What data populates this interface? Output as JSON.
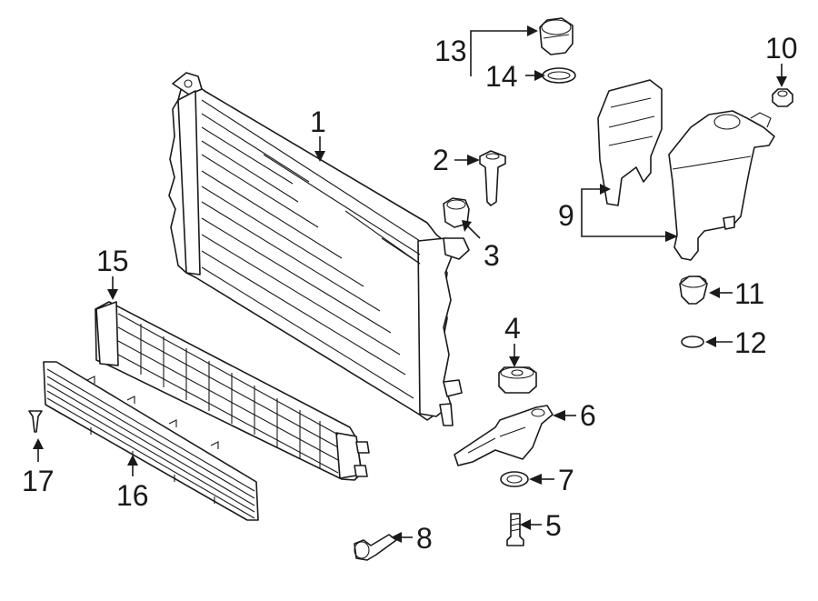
{
  "callouts": [
    {
      "id": "1",
      "text": "1"
    },
    {
      "id": "2",
      "text": "2"
    },
    {
      "id": "3",
      "text": "3"
    },
    {
      "id": "4",
      "text": "4"
    },
    {
      "id": "5",
      "text": "5"
    },
    {
      "id": "6",
      "text": "6"
    },
    {
      "id": "7",
      "text": "7"
    },
    {
      "id": "8",
      "text": "8"
    },
    {
      "id": "9",
      "text": "9"
    },
    {
      "id": "10",
      "text": "10"
    },
    {
      "id": "11",
      "text": "11"
    },
    {
      "id": "12",
      "text": "12"
    },
    {
      "id": "13",
      "text": "13"
    },
    {
      "id": "14",
      "text": "14"
    },
    {
      "id": "15",
      "text": "15"
    },
    {
      "id": "16",
      "text": "16"
    },
    {
      "id": "17",
      "text": "17"
    }
  ],
  "colors": {
    "line": "#1a1a1a",
    "background": "#ffffff"
  }
}
